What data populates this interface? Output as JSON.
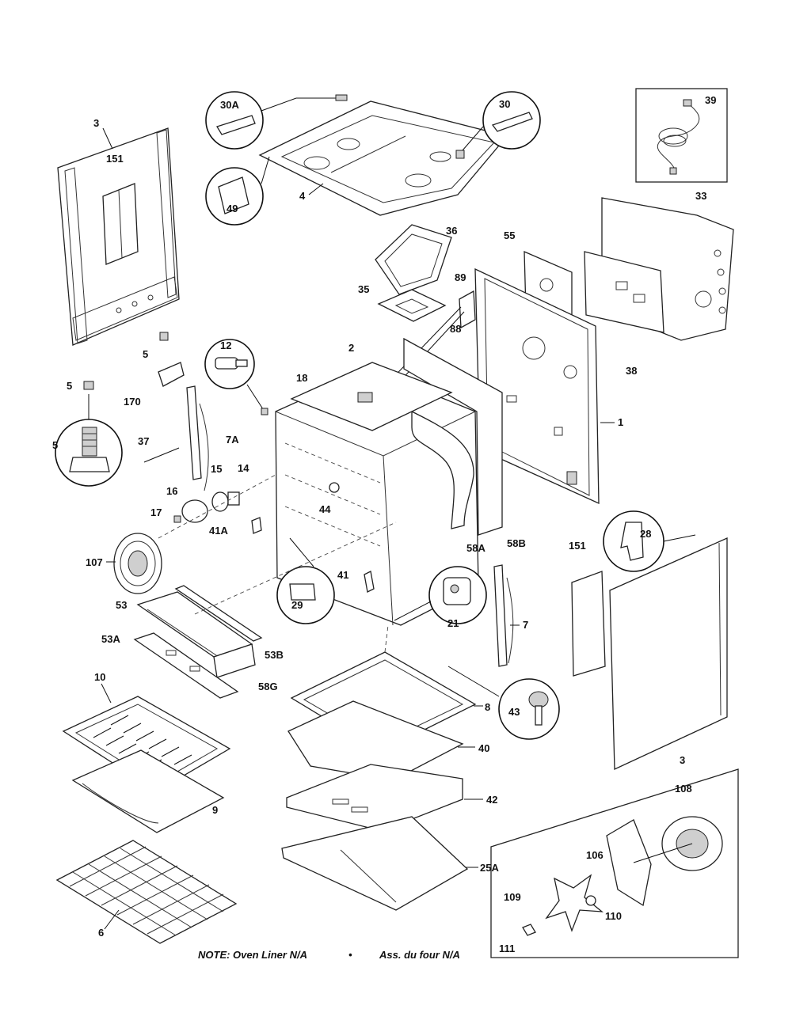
{
  "labels": {
    "p1": "1",
    "p2": "2",
    "p3a": "3",
    "p3b": "3",
    "p4": "4",
    "p5a": "5",
    "p5b": "5",
    "p5c": "5",
    "p6": "6",
    "p7": "7",
    "p7a": "7A",
    "p8": "8",
    "p9": "9",
    "p10": "10",
    "p12": "12",
    "p14": "14",
    "p15": "15",
    "p16": "16",
    "p17": "17",
    "p18": "18",
    "p21": "21",
    "p25a": "25A",
    "p28": "28",
    "p29": "29",
    "p30": "30",
    "p30a": "30A",
    "p33": "33",
    "p35": "35",
    "p36": "36",
    "p37": "37",
    "p38": "38",
    "p39": "39",
    "p40": "40",
    "p41": "41",
    "p41a": "41A",
    "p42": "42",
    "p43": "43",
    "p44": "44",
    "p49": "49",
    "p53": "53",
    "p53a": "53A",
    "p53b": "53B",
    "p55": "55",
    "p58a": "58A",
    "p58b": "58B",
    "p58g": "58G",
    "p88": "88",
    "p89": "89",
    "p106": "106",
    "p107": "107",
    "p108": "108",
    "p109": "109",
    "p110": "110",
    "p111": "111",
    "p151a": "151",
    "p151b": "151",
    "p170": "170"
  },
  "note": {
    "left": "NOTE: Oven Liner N/A",
    "separator": "•",
    "right": "Ass. du four N/A"
  }
}
